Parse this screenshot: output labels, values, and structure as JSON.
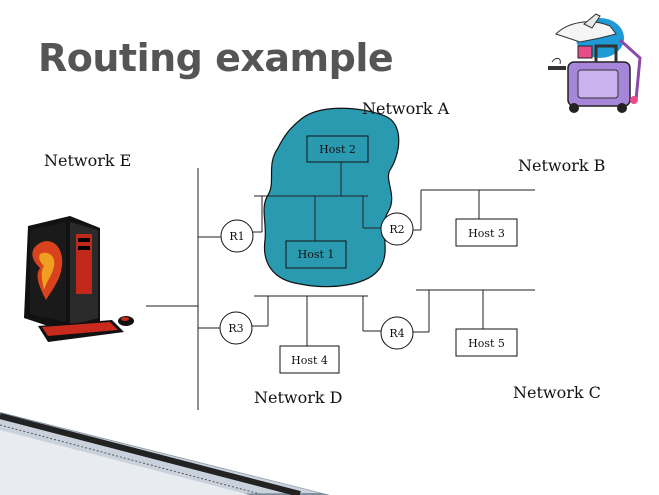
{
  "slide": {
    "title": "Routing example"
  },
  "networks": {
    "a": "Network A",
    "b": "Network B",
    "c": "Network C",
    "d": "Network D",
    "e": "Network E"
  },
  "hosts": {
    "host1": "Host 1",
    "host2": "Host 2",
    "host3": "Host 3",
    "host4": "Host 4",
    "host5": "Host 5"
  },
  "routers": {
    "r1": "R1",
    "r2": "R2",
    "r3": "R3",
    "r4": "R4"
  },
  "colors": {
    "cloud": "#2a9ab1",
    "title": "#555555"
  },
  "images": {
    "computer": "gaming-pc-clipart",
    "travel": "travel-luggage-plane-clipart"
  }
}
